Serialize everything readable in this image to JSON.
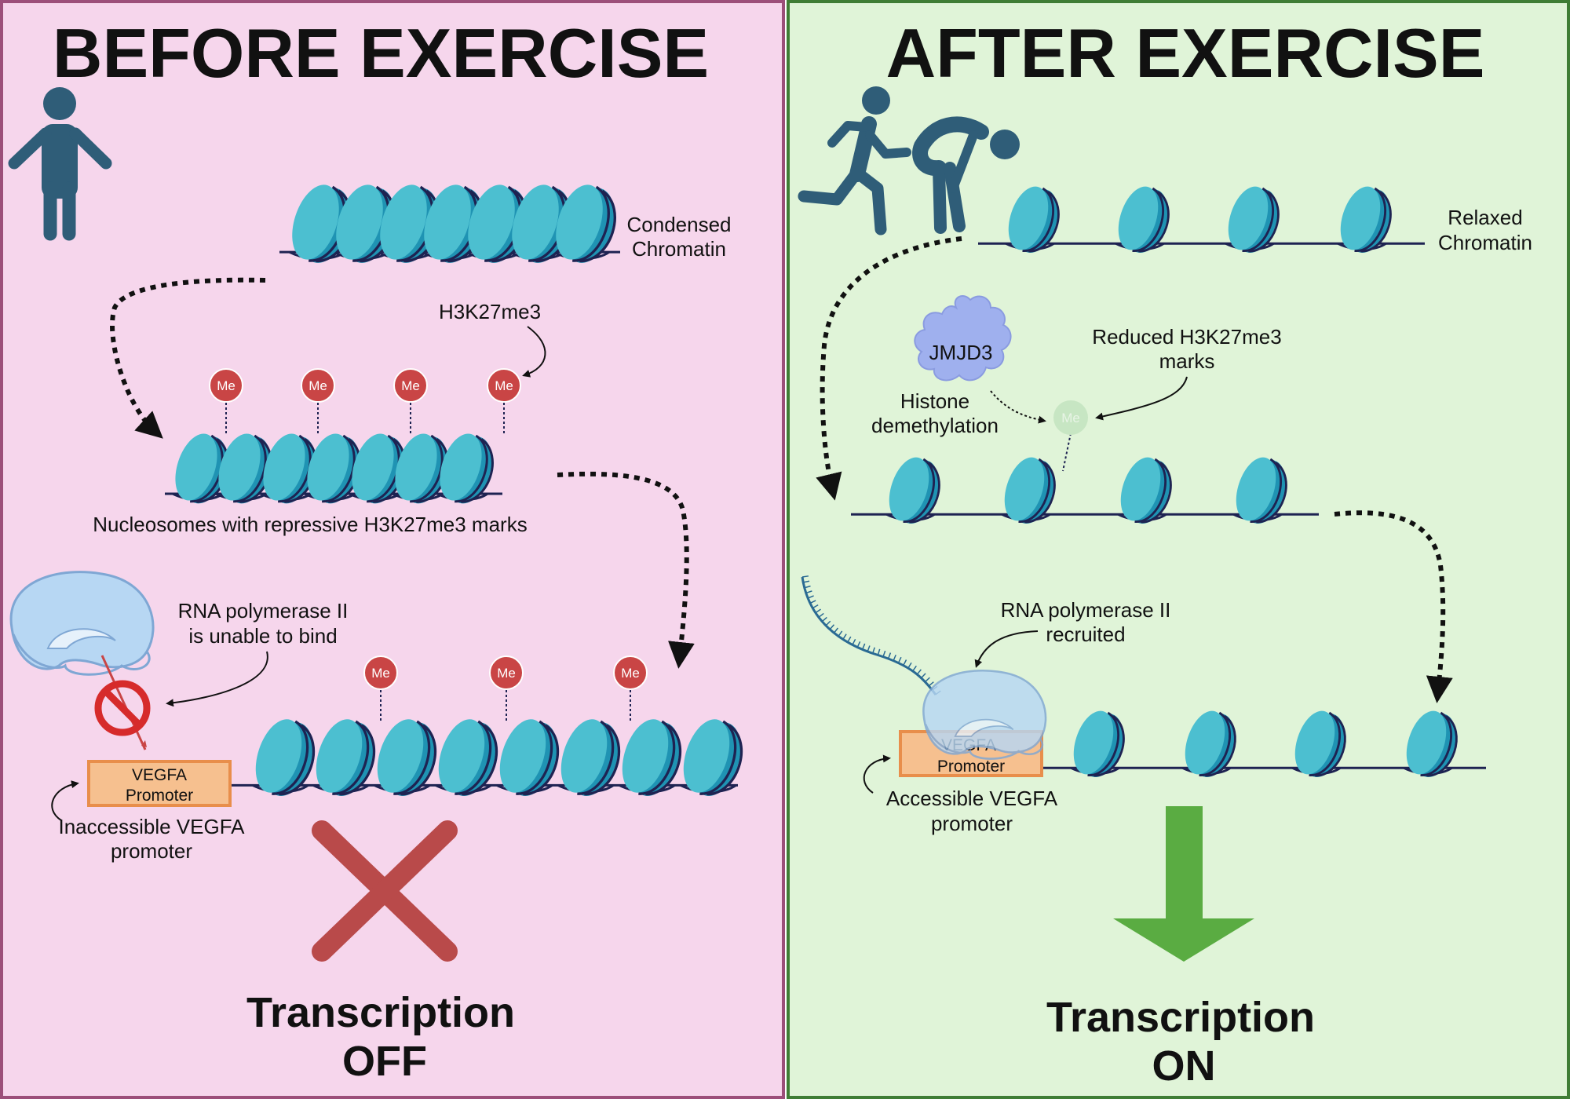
{
  "colors": {
    "before_bg": "#f6d6ec",
    "after_bg": "#e0f4d8",
    "before_border": "#9c4f7a",
    "after_border": "#3f7d35",
    "nucleosome": "#4cbfd0",
    "nucleosome_dark": "#1f93b3",
    "dna": "#1e2352",
    "methyl_mark": "#c94545",
    "polymerase": "#b7d7f3",
    "promoter_fill": "#f6c08f",
    "promoter_border": "#e88e4b",
    "off_cross": "#b94a4a",
    "on_arrow": "#5aac42",
    "person": "#2f5d78",
    "jmjd3": "#9fb0ee"
  },
  "icons": {
    "standing_person": "person-standing-icon",
    "running_person": "person-running-icon",
    "tired_person": "person-resting-icon",
    "no_bind": "prohibition-icon",
    "transcription_off": "x-mark-icon",
    "transcription_on": "down-arrow-icon"
  },
  "before": {
    "title": "BEFORE EXERCISE",
    "condensed_chromatin": [
      "Condensed",
      "Chromatin"
    ],
    "h3k27me3_label": "H3K27me3",
    "methyl_mark": "Me",
    "nucleosomes_caption": "Nucleosomes with repressive H3K27me3 marks",
    "rnap_label": [
      "RNA polymerase II",
      "is unable to bind"
    ],
    "promoter_label": [
      "VEGFA",
      "Promoter"
    ],
    "inaccessible_label": [
      "Inaccessible VEGFA",
      "promoter"
    ],
    "transcription": [
      "Transcription",
      "OFF"
    ]
  },
  "after": {
    "title": "AFTER EXERCISE",
    "relaxed_chromatin": [
      "Relaxed",
      "Chromatin"
    ],
    "jmjd3_label": "JMJD3",
    "demethylation_label": [
      "Histone",
      "demethylation"
    ],
    "reduced_marks_label": [
      "Reduced H3K27me3",
      "marks"
    ],
    "methyl_mark": "Me",
    "rnap_label": [
      "RNA polymerase II",
      "recruited"
    ],
    "promoter_label": [
      "VEGFA",
      "Promoter"
    ],
    "accessible_label": [
      "Accessible VEGFA",
      "promoter"
    ],
    "transcription": [
      "Transcription",
      "ON"
    ]
  }
}
